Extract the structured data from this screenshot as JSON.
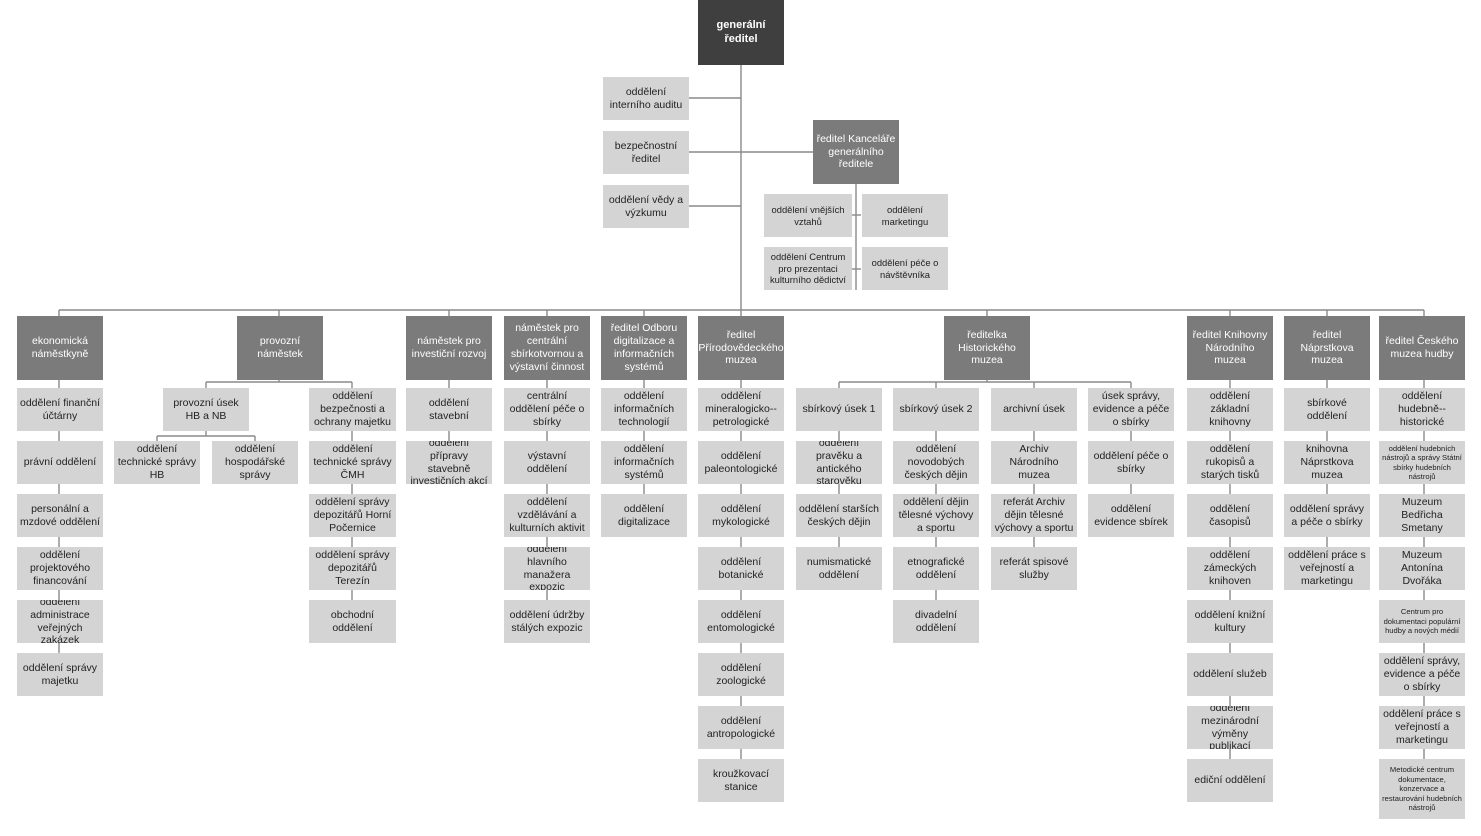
{
  "colors": {
    "top": "#3f3f3f",
    "director": "#7b7b7b",
    "unit": "#d4d4d4",
    "line": "#8a8a8a"
  },
  "top": {
    "label": "generální ředitel"
  },
  "staff_left": [
    {
      "label": "oddělení interního auditu"
    },
    {
      "label": "bezpečnostní ředitel"
    },
    {
      "label": "oddělení vědy a výzkumu"
    }
  ],
  "chancellery": {
    "head": "ředitel Kanceláře generálního ředitele",
    "units": [
      {
        "label": "oddělení vnějších vztahů"
      },
      {
        "label": "oddělení marketingu"
      },
      {
        "label": "oddělení Centrum pro prezentaci kulturního dědictví"
      },
      {
        "label": "oddělení péče o návštěvníka"
      }
    ]
  },
  "divisions": [
    {
      "head": "ekonomická náměstkyně",
      "units": [
        "oddělení finanční účtárny",
        "právní oddělení",
        "personální a mzdové oddělení",
        "oddělení projektového financování",
        "oddělení administrace veřejných zakázek",
        "oddělení správy majetku"
      ]
    },
    {
      "head": "provozní náměstek",
      "sub_head": "provozní úsek HB a NB",
      "sub_units": [
        "oddělení technické správy HB",
        "oddělení hospodářské správy"
      ],
      "units": [
        "oddělení bezpečnosti a ochrany majetku",
        "oddělení technické správy ČMH",
        "oddělení správy depozitářů Horní Počernice",
        "oddělení správy depozitářů Terezín",
        "obchodní oddělení"
      ]
    },
    {
      "head": "náměstek pro investiční rozvoj",
      "units": [
        "oddělení stavební",
        "oddělení přípravy stavebně investičních akcí"
      ]
    },
    {
      "head": "náměstek pro centrální sbírkotvornou a výstavní činnost",
      "units": [
        "centrální oddělení péče o sbírky",
        "výstavní oddělení",
        "oddělení vzdělávání a kulturních aktivit",
        "oddělení hlavního manažera expozic",
        "oddělení údržby stálých expozic"
      ]
    },
    {
      "head": "ředitel Odboru digitalizace a informačních systémů",
      "units": [
        "oddělení informačních technologií",
        "oddělení informačních systémů",
        "oddělení digitalizace"
      ]
    },
    {
      "head": "ředitel Přírodovědeckého muzea",
      "units": [
        "oddělení mineralogicko--petrologické",
        "oddělení paleontologické",
        "oddělení mykologické",
        "oddělení botanické",
        "oddělení entomologické",
        "oddělení zoologické",
        "oddělení antropologické",
        "kroužkovací stanice"
      ]
    },
    {
      "head": "ředitelka Historického muzea",
      "sections": [
        {
          "head": "sbírkový úsek 1",
          "units": [
            "oddělení pravěku a antického starověku",
            "oddělení starších českých dějin",
            "numismatické oddělení"
          ]
        },
        {
          "head": "sbírkový úsek 2",
          "units": [
            "oddělení novodobých českých dějin",
            "oddělení dějin tělesné výchovy a sportu",
            "etnografické oddělení",
            "divadelní oddělení"
          ]
        },
        {
          "head": "archivní úsek",
          "units": [
            "Archiv Národního muzea",
            "referát Archiv dějin tělesné výchovy a sportu",
            "referát spisové služby"
          ]
        },
        {
          "head": "úsek správy, evidence a péče o sbírky",
          "units": [
            "oddělení péče o sbírky",
            "oddělení evidence sbírek"
          ]
        }
      ]
    },
    {
      "head": "ředitel Knihovny Národního muzea",
      "units": [
        "oddělení základní knihovny",
        "oddělení rukopisů a starých tisků",
        "oddělení časopisů",
        "oddělení zámeckých knihoven",
        "oddělení knižní kultury",
        "oddělení služeb",
        "oddělení mezinárodní výměny publikací",
        "ediční oddělení"
      ]
    },
    {
      "head": "ředitel Náprstkova muzea",
      "units": [
        "sbírkové oddělení",
        "knihovna Náprstkova muzea",
        "oddělení správy a péče o sbírky",
        "oddělení práce s veřejností a marketingu"
      ]
    },
    {
      "head": "ředitel Českého muzea hudby",
      "units": [
        "oddělení hudebně--historické",
        "oddělení hudebních nástrojů a správy Státní sbírky hudebních nástrojů",
        "Muzeum Bedřicha Smetany",
        "Muzeum Antonína Dvořáka",
        "Centrum pro dokumentaci populární hudby a nových médií",
        "oddělení správy, evidence a péče o sbírky",
        "oddělení práce s veřejností a marketingu",
        "Metodické centrum dokumentace, konzervace a restaurování hudebních nástrojů"
      ]
    }
  ]
}
